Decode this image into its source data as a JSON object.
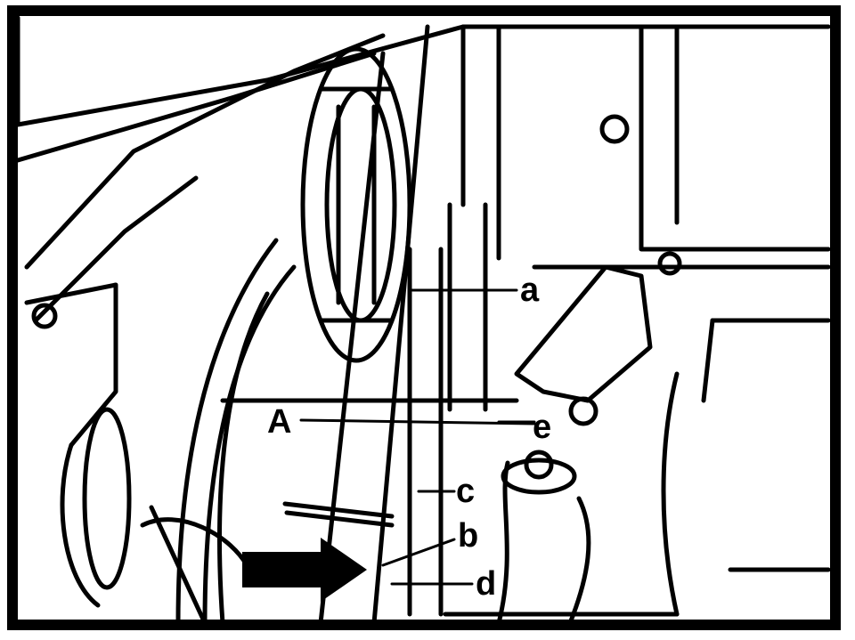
{
  "labels": {
    "a": "a",
    "A": "A",
    "e": "e",
    "c": "c",
    "b": "b",
    "d": "d"
  },
  "colors": {
    "ink": "#000000",
    "paper": "#ffffff"
  },
  "pointer_icon": "arrow-right-icon"
}
